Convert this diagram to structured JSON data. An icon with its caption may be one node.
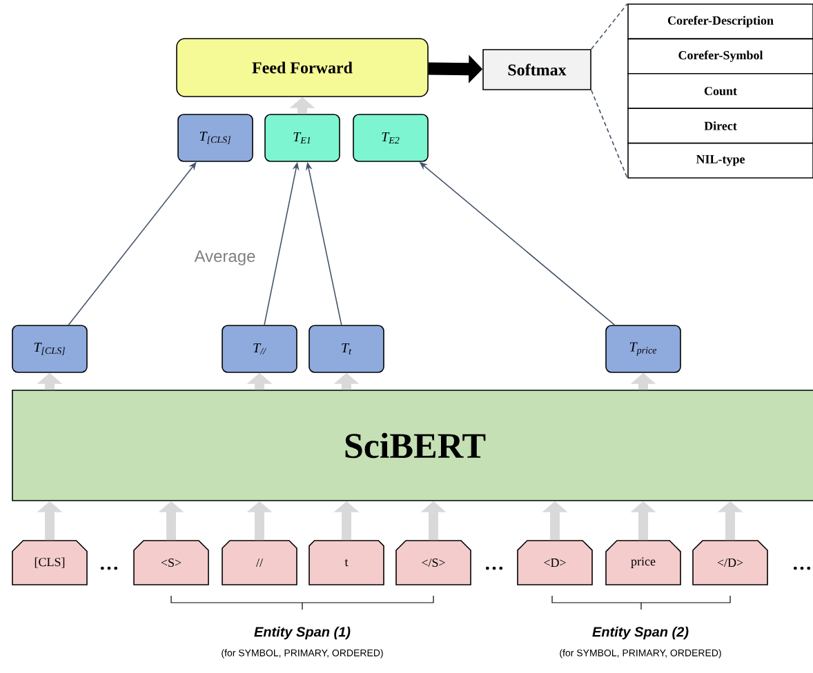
{
  "diagram": {
    "nodes": [
      {
        "text": [
          "Feed Forward"
        ]
      },
      {
        "text": [
          "Softmax"
        ]
      },
      {
        "text": [
          "Corefer-Description"
        ]
      },
      {
        "text": [
          "Corefer-Symbol"
        ]
      },
      {
        "text": [
          "Count"
        ]
      },
      {
        "text": [
          "Direct"
        ]
      },
      {
        "text": [
          "NIL-type"
        ]
      },
      {
        "text": [
          "T$_{[CLS]}$"
        ]
      },
      {
        "text": [
          "T$_{E1}$"
        ]
      },
      {
        "text": [
          "T$_{E2}$"
        ]
      },
      {
        "text": [
          "T$_{[CLS]}$"
        ]
      },
      {
        "text": [
          "T$_{//}$"
        ]
      },
      {
        "text": [
          "T$_{t}$"
        ]
      },
      {
        "text": [
          "T$_{price}$"
        ]
      },
      {
        "text": [
          "SciBERT"
        ]
      },
      {
        "text": [
          "[CLS]"
        ]
      },
      {
        "text": [
          "<S>"
        ]
      },
      {
        "text": [
          "//"
        ]
      },
      {
        "text": [
          "t"
        ]
      },
      {
        "text": [
          "</S>"
        ]
      },
      {
        "text": [
          "<D>"
        ]
      },
      {
        "text": [
          "price"
        ]
      },
      {
        "text": [
          "</D>"
        ]
      }
    ],
    "edges": [
      {
        "from": 15,
        "to": 14,
        "arrow": "to"
      },
      {
        "from": 16,
        "to": 14,
        "arrow": "to"
      },
      {
        "from": 17,
        "to": 14,
        "arrow": "to"
      },
      {
        "from": 18,
        "to": 14,
        "arrow": "to"
      },
      {
        "from": 19,
        "to": 14,
        "arrow": "to"
      },
      {
        "from": 20,
        "to": 14,
        "arrow": "to"
      },
      {
        "from": 21,
        "to": 14,
        "arrow": "to"
      },
      {
        "from": 22,
        "to": 14,
        "arrow": "to"
      },
      {
        "from": 14,
        "to": 10,
        "arrow": "to"
      },
      {
        "from": 14,
        "to": 11,
        "arrow": "to"
      },
      {
        "from": 14,
        "to": 12,
        "arrow": "to"
      },
      {
        "from": 14,
        "to": 13,
        "arrow": "to"
      },
      {
        "from": 10,
        "to": 7,
        "arrow": "to",
        "color": "#44546a"
      },
      {
        "from": 11,
        "to": 8,
        "arrow": "to",
        "color": "#44546a"
      },
      {
        "from": 12,
        "to": 8,
        "arrow": "to",
        "color": "#44546a"
      },
      {
        "from": 13,
        "to": 9,
        "arrow": "to",
        "color": "#44546a"
      },
      {
        "from": 8,
        "to": 0,
        "arrow": "to"
      },
      {
        "from": 0,
        "to": 1,
        "arrow": "to",
        "color": "#000000"
      },
      {
        "from": 1,
        "to": 2,
        "arrow": "none",
        "style": "dashed",
        "color": "#44546a"
      },
      {
        "from": 1,
        "to": 6,
        "arrow": "none",
        "style": "dashed",
        "color": "#44546a"
      }
    ],
    "labels": [
      "Average",
      "…",
      "…",
      "…",
      "Entity Span (1)",
      "(for SYMBOL, PRIMARY, ORDERED)",
      "Entity Span (2)",
      "(for SYMBOL, PRIMARY, ORDERED)"
    ]
  }
}
